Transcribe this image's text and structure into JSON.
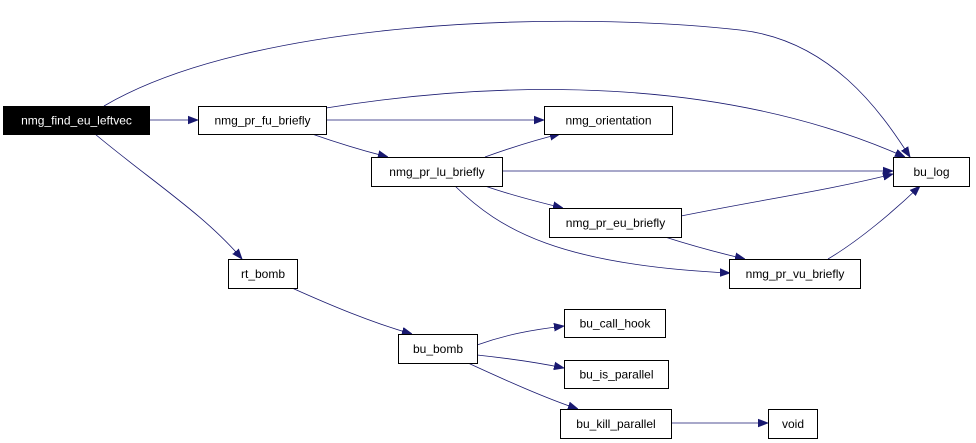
{
  "colors": {
    "edge": "#191970",
    "node_border": "#000000",
    "node_fill": "#ffffff",
    "root_fill": "#000000",
    "root_text": "#ffffff"
  },
  "nodes": [
    {
      "id": "nmg_find_eu_leftvec",
      "label": "nmg_find_eu_leftvec",
      "root": true
    },
    {
      "id": "nmg_pr_fu_briefly",
      "label": "nmg_pr_fu_briefly"
    },
    {
      "id": "nmg_orientation",
      "label": "nmg_orientation"
    },
    {
      "id": "nmg_pr_lu_briefly",
      "label": "nmg_pr_lu_briefly"
    },
    {
      "id": "bu_log",
      "label": "bu_log"
    },
    {
      "id": "nmg_pr_eu_briefly",
      "label": "nmg_pr_eu_briefly"
    },
    {
      "id": "rt_bomb",
      "label": "rt_bomb"
    },
    {
      "id": "nmg_pr_vu_briefly",
      "label": "nmg_pr_vu_briefly"
    },
    {
      "id": "bu_bomb",
      "label": "bu_bomb"
    },
    {
      "id": "bu_call_hook",
      "label": "bu_call_hook"
    },
    {
      "id": "bu_is_parallel",
      "label": "bu_is_parallel"
    },
    {
      "id": "bu_kill_parallel",
      "label": "bu_kill_parallel"
    },
    {
      "id": "void",
      "label": "void"
    }
  ],
  "edges": [
    {
      "from": "nmg_find_eu_leftvec",
      "to": "nmg_pr_fu_briefly"
    },
    {
      "from": "nmg_find_eu_leftvec",
      "to": "bu_log"
    },
    {
      "from": "nmg_find_eu_leftvec",
      "to": "rt_bomb"
    },
    {
      "from": "nmg_pr_fu_briefly",
      "to": "nmg_orientation"
    },
    {
      "from": "nmg_pr_fu_briefly",
      "to": "bu_log"
    },
    {
      "from": "nmg_pr_fu_briefly",
      "to": "nmg_pr_lu_briefly"
    },
    {
      "from": "nmg_pr_lu_briefly",
      "to": "nmg_orientation"
    },
    {
      "from": "nmg_pr_lu_briefly",
      "to": "bu_log"
    },
    {
      "from": "nmg_pr_lu_briefly",
      "to": "nmg_pr_eu_briefly"
    },
    {
      "from": "nmg_pr_lu_briefly",
      "to": "nmg_pr_vu_briefly"
    },
    {
      "from": "nmg_pr_eu_briefly",
      "to": "bu_log"
    },
    {
      "from": "nmg_pr_eu_briefly",
      "to": "nmg_pr_vu_briefly"
    },
    {
      "from": "nmg_pr_vu_briefly",
      "to": "bu_log"
    },
    {
      "from": "rt_bomb",
      "to": "bu_bomb"
    },
    {
      "from": "bu_bomb",
      "to": "bu_call_hook"
    },
    {
      "from": "bu_bomb",
      "to": "bu_is_parallel"
    },
    {
      "from": "bu_bomb",
      "to": "bu_kill_parallel"
    },
    {
      "from": "bu_kill_parallel",
      "to": "void"
    }
  ]
}
